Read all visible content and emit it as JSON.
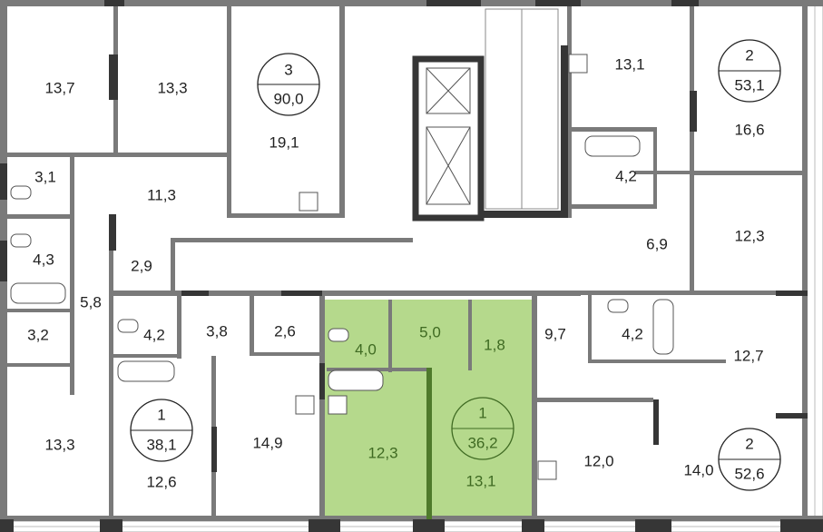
{
  "plan": {
    "highlight_color": "#b5d98c",
    "highlight_text_color": "#3f6a22",
    "apartments": [
      {
        "rooms": "3",
        "area": "90,0"
      },
      {
        "rooms": "2",
        "area": "53,1"
      },
      {
        "rooms": "1",
        "area": "38,1"
      },
      {
        "rooms": "1",
        "area": "36,2",
        "highlighted": true
      },
      {
        "rooms": "2",
        "area": "52,6"
      }
    ],
    "rooms": [
      "13,7",
      "13,3",
      "19,1",
      "3,1",
      "11,3",
      "4,3",
      "2,9",
      "5,8",
      "3,2",
      "4,2",
      "3,8",
      "2,6",
      "13,3",
      "12,6",
      "14,9",
      "4,0",
      "5,0",
      "1,8",
      "12,3",
      "13,1",
      "9,7",
      "4,2",
      "12,7",
      "12,0",
      "14,0",
      "13,1",
      "16,6",
      "4,2",
      "6,9",
      "12,3"
    ]
  }
}
